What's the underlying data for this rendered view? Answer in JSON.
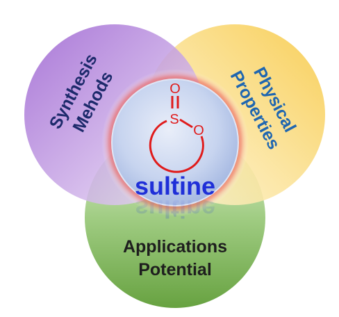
{
  "diagram": {
    "circles": {
      "synthesis": {
        "line1": "Synthesis",
        "line2": "Mehods",
        "color": "#9a5fd0",
        "text_color": "#1d2a6b"
      },
      "physical": {
        "line1": "Physical",
        "line2": "Properties",
        "color": "#f7c842",
        "text_color": "#1f66b0"
      },
      "applications": {
        "line1": "Applications",
        "line2": "Potential",
        "color": "#6aa83c",
        "text_color": "#1e1e1e"
      }
    },
    "center": {
      "label": "sultine",
      "label_color": "#1f2fd8",
      "glow_color": "#e3332f",
      "fill_color": "#b9c9ea"
    },
    "molecule": {
      "atoms": {
        "sulfur": "S",
        "oxygen_top": "O",
        "oxygen_ring": "O"
      },
      "color": "#e01b1b"
    }
  }
}
